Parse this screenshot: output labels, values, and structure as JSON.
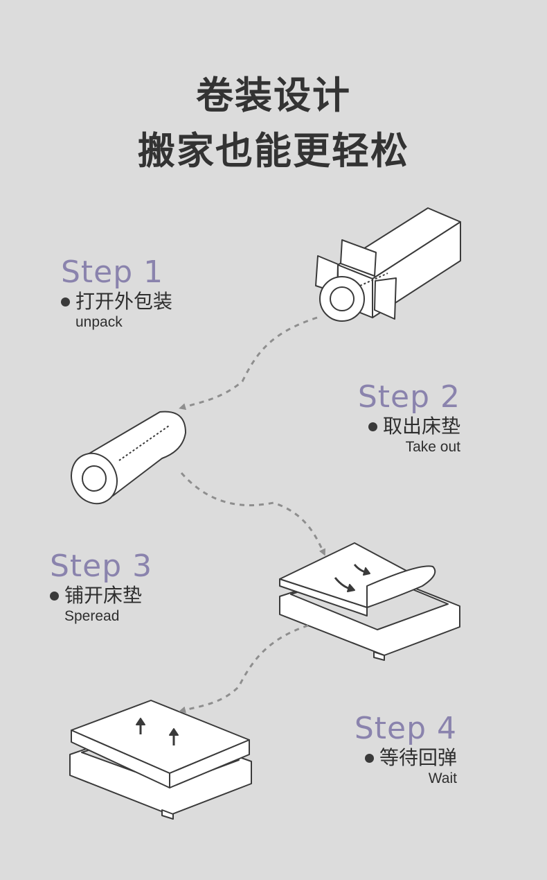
{
  "heading": {
    "line1": "卷装设计",
    "line2": "搬家也能更轻松"
  },
  "steps": [
    {
      "label": "Step 1",
      "cn": "打开外包装",
      "en": "unpack"
    },
    {
      "label": "Step 2",
      "cn": "取出床垫",
      "en": "Take out"
    },
    {
      "label": "Step 3",
      "cn": "铺开床垫",
      "en": "Speread"
    },
    {
      "label": "Step 4",
      "cn": "等待回弹",
      "en": "Wait"
    }
  ],
  "colors": {
    "background": "#dcdcdc",
    "step_label": "#8a83ad",
    "text": "#333333",
    "line_art": "#3a3a3a",
    "dashed_path": "#8e8e8e"
  }
}
